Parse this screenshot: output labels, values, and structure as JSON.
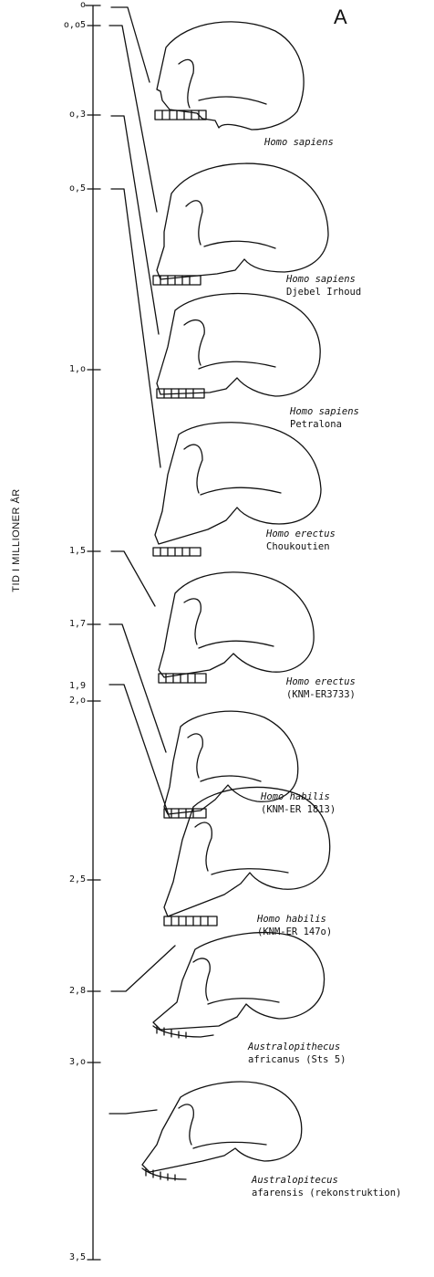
{
  "figure": {
    "panel_letter": "A",
    "axis_title": "TID I MILLIONER ÅR",
    "ticks": [
      {
        "label": "o",
        "value": 0
      },
      {
        "label": "o,o5",
        "value": 0.05
      },
      {
        "label": "o,3",
        "value": 0.3
      },
      {
        "label": "o,5",
        "value": 0.5
      },
      {
        "label": "1,o",
        "value": 1.0
      },
      {
        "label": "1,5",
        "value": 1.5
      },
      {
        "label": "1,7",
        "value": 1.7
      },
      {
        "label": "1,9",
        "value": 1.9
      },
      {
        "label": "2,o",
        "value": 2.0
      },
      {
        "label": "2,5",
        "value": 2.5
      },
      {
        "label": "2,8",
        "value": 2.8
      },
      {
        "label": "3,o",
        "value": 3.0
      },
      {
        "label": "3,5",
        "value": 3.5
      }
    ],
    "specimens": [
      {
        "name": "Homo sapiens",
        "detail": ""
      },
      {
        "name": "Homo sapiens",
        "detail": "Djebel Irhoud"
      },
      {
        "name": "Homo sapiens",
        "detail": "Petralona"
      },
      {
        "name": "Homo erectus",
        "detail": "Choukoutien"
      },
      {
        "name": "Homo erectus",
        "detail": "(KNM-ER3733)"
      },
      {
        "name": "Homo habilis",
        "detail": "(KNM-ER 1813)"
      },
      {
        "name": "Homo habilis",
        "detail": "(KNM-ER 147o)"
      },
      {
        "name": "Australopithecus",
        "detail": "africanus (Sts 5)"
      },
      {
        "name": "Australopitecus",
        "detail": "afarensis (rekonstruktion)"
      }
    ]
  }
}
